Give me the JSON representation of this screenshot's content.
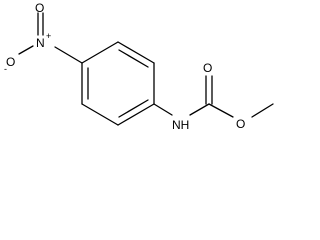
{
  "molecule": {
    "atoms": {
      "nitro_o_minus": "O",
      "nitro_o_minus_charge": "-",
      "nitro_n": "N",
      "nitro_n_charge": "+",
      "nitro_o_double": "O",
      "amine_nh": "NH",
      "carbonyl_o": "O",
      "ester_o": "O"
    }
  }
}
